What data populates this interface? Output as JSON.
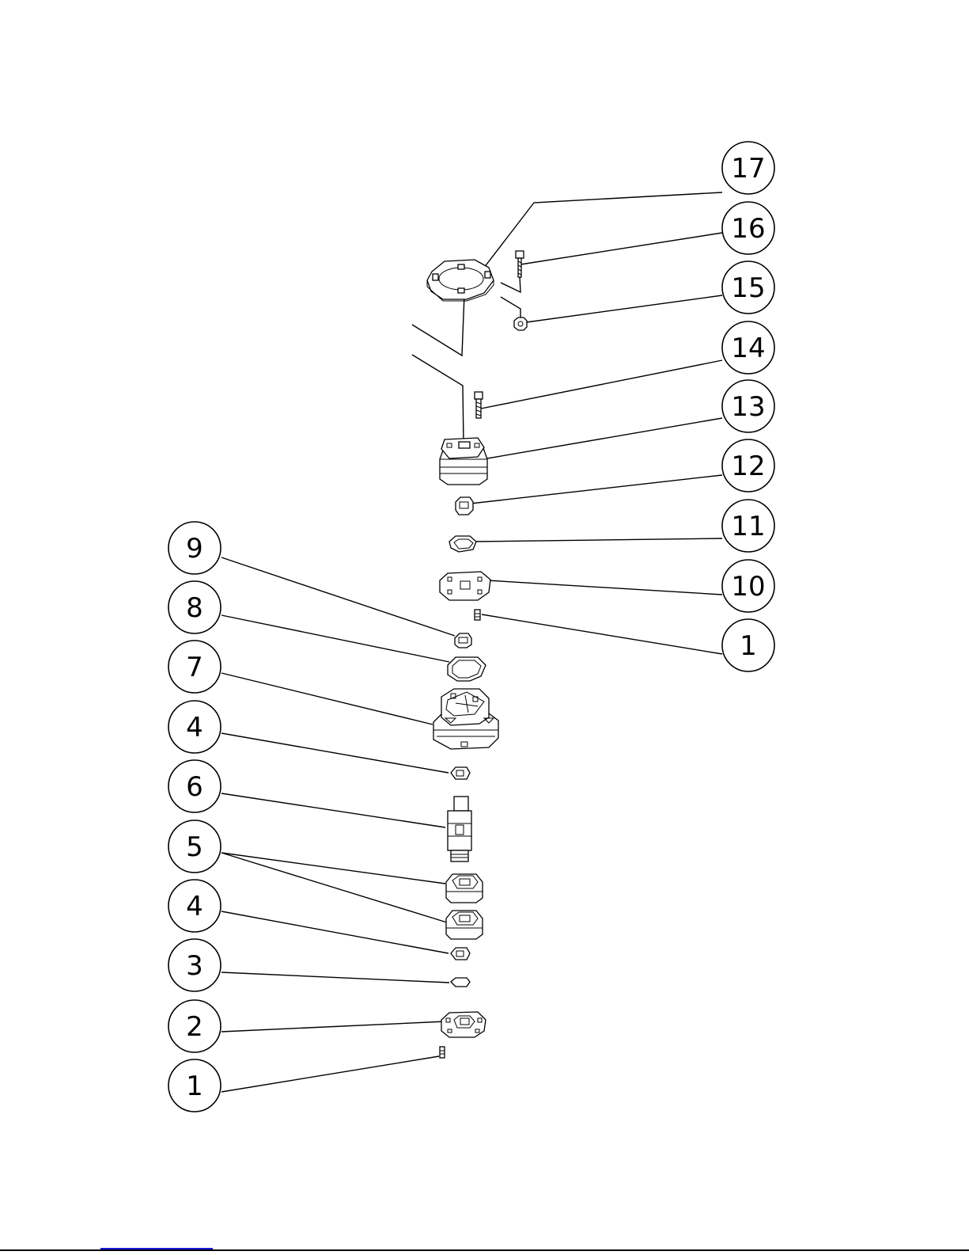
{
  "colors": {
    "line": "#000000",
    "background": "#ffffff",
    "link": "#1a1ad8"
  },
  "balloons": [
    {
      "id": "b17",
      "label": "17"
    },
    {
      "id": "b16",
      "label": "16"
    },
    {
      "id": "b15",
      "label": "15"
    },
    {
      "id": "b14",
      "label": "14"
    },
    {
      "id": "b13",
      "label": "13"
    },
    {
      "id": "b12",
      "label": "12"
    },
    {
      "id": "b11",
      "label": "11"
    },
    {
      "id": "b10",
      "label": "10"
    },
    {
      "id": "b1r",
      "label": "1"
    },
    {
      "id": "b9",
      "label": "9"
    },
    {
      "id": "b8",
      "label": "8"
    },
    {
      "id": "b7",
      "label": "7"
    },
    {
      "id": "b4a",
      "label": "4"
    },
    {
      "id": "b6",
      "label": "6"
    },
    {
      "id": "b5",
      "label": "5"
    },
    {
      "id": "b4b",
      "label": "4"
    },
    {
      "id": "b3",
      "label": "3"
    },
    {
      "id": "b2",
      "label": "2"
    },
    {
      "id": "b1l",
      "label": "1"
    }
  ]
}
